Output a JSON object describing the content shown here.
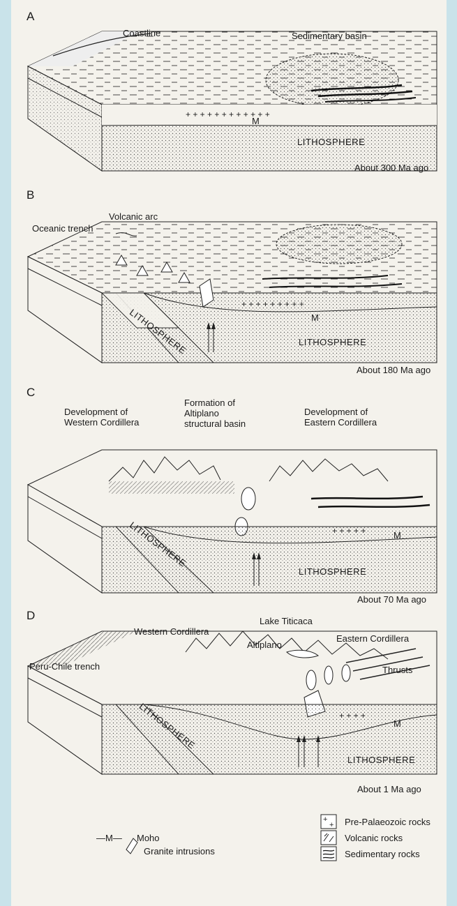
{
  "panels": [
    {
      "letter": "A",
      "age": "About 300 Ma ago",
      "labels": {
        "coastline": "Coastline",
        "sedimentary_basin": "Sedimentary basin",
        "moho": "M",
        "lithosphere": "LITHOSPHERE"
      }
    },
    {
      "letter": "B",
      "age": "About 180 Ma ago",
      "labels": {
        "volcanic_arc": "Volcanic arc",
        "oceanic_trench": "Oceanic trench",
        "lithosphere_slab": "LITHOSPHERE",
        "moho": "M",
        "lithosphere": "LITHOSPHERE"
      }
    },
    {
      "letter": "C",
      "age": "About 70 Ma ago",
      "labels": {
        "western_cordillera": "Development of\nWestern Cordillera",
        "altiplano_basin": "Formation of\nAltiplano\nstructural basin",
        "eastern_cordillera": "Development of\nEastern Cordillera",
        "lithosphere_slab": "LITHOSPHERE",
        "moho": "M",
        "lithosphere": "LITHOSPHERE"
      }
    },
    {
      "letter": "D",
      "age": "About 1 Ma ago",
      "labels": {
        "western_cordillera": "Western Cordillera",
        "lake_titicaca": "Lake Titicaca",
        "altiplano": "Altiplano",
        "eastern_cordillera": "Eastern Cordillera",
        "peru_chile_trench": "Peru-Chile trench",
        "thrusts": "Thrusts",
        "lithosphere_slab": "LITHOSPHERE",
        "moho": "M",
        "lithosphere": "LITHOSPHERE"
      }
    }
  ],
  "legend": {
    "moho_symbol": "—M—",
    "moho": "Moho",
    "granite": "Granite intrusions",
    "pre_palaeozoic": "Pre-Palaeozoic rocks",
    "volcanic": "Volcanic rocks",
    "sedimentary": "Sedimentary rocks"
  }
}
